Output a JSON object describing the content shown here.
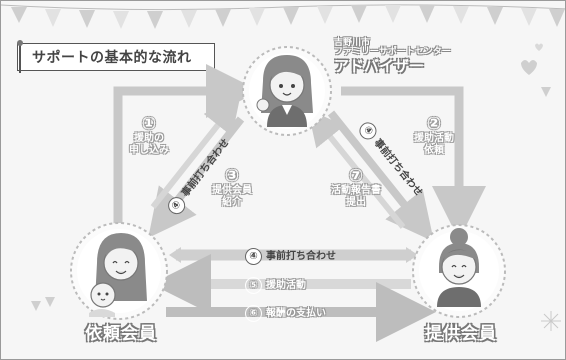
{
  "title": "サポートの基本的な流れ",
  "organization": {
    "name": "吉野川市\nファミリーサポートセンター",
    "role": "アドバイザー"
  },
  "members": {
    "requester": "依頼会員",
    "provider": "提供会員"
  },
  "steps": {
    "s1": {
      "num": "①",
      "text": "援助の\n申し込み"
    },
    "s2": {
      "num": "②",
      "text": "援助活動\n依頼"
    },
    "s3": {
      "num": "③",
      "text": "提供会員\n紹介"
    },
    "s4_left": {
      "num": "④",
      "text": "事前打ち合わせ"
    },
    "s4_right": {
      "num": "④",
      "text": "事前打ち合わせ"
    },
    "s4_bottom": {
      "num": "④",
      "text": "事前打ち合わせ"
    },
    "s5": {
      "num": "⑤",
      "text": "援助活動"
    },
    "s6": {
      "num": "⑥",
      "text": "報酬の支払い"
    },
    "s7": {
      "num": "⑦",
      "text": "活動報告書\n提出"
    }
  },
  "icons": [
    "pennant-bunting",
    "advisor-woman-icon",
    "mother-with-baby-icon",
    "provider-woman-icon",
    "heart-icon",
    "sparkle-icon"
  ]
}
